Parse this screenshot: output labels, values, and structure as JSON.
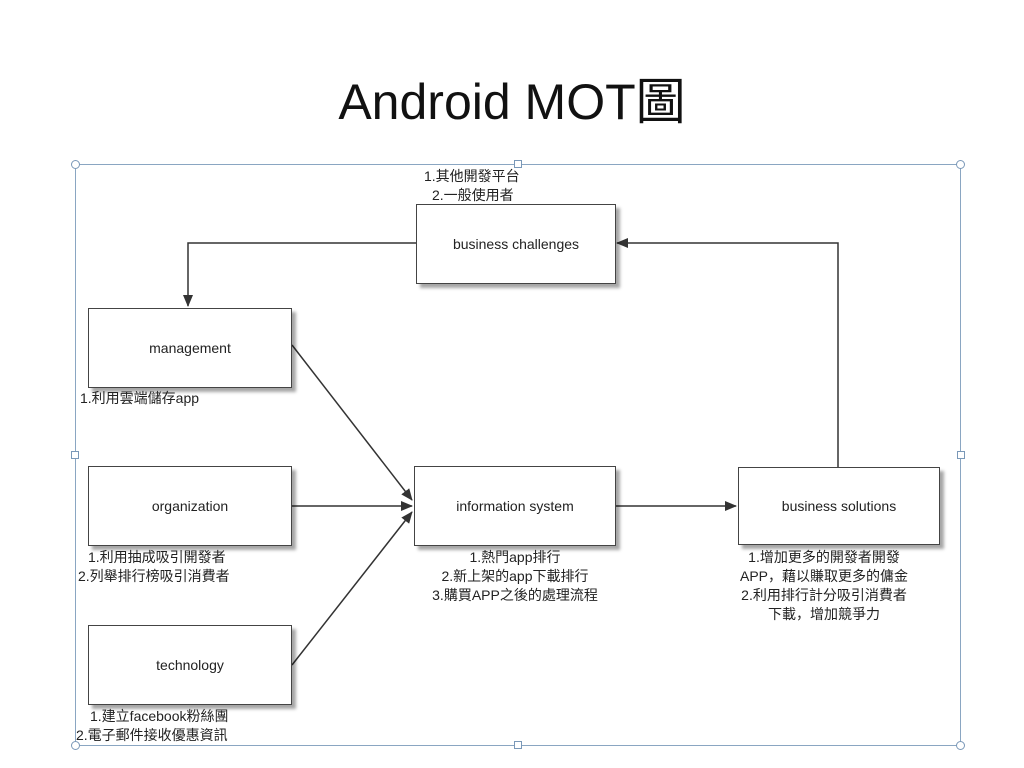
{
  "title": "Android MOT圖",
  "boxes": {
    "business_challenges": "business challenges",
    "management": "management",
    "organization": "organization",
    "technology": "technology",
    "information_system": "information system",
    "business_solutions": "business solutions"
  },
  "notes": {
    "business_challenges": [
      "1.其他開發平台",
      "2.一般使用者"
    ],
    "management": [
      "1.利用雲端儲存app"
    ],
    "organization": [
      "1.利用抽成吸引開發者",
      "2.列舉排行榜吸引消費者"
    ],
    "technology": [
      "1.建立facebook粉絲團",
      "2.電子郵件接收優惠資訊"
    ],
    "information_system": [
      "1.熱門app排行",
      "2.新上架的app下載排行",
      "3.購買APP之後的處理流程"
    ],
    "business_solutions": [
      "1.增加更多的開發者開發",
      "APP，藉以賺取更多的傭金",
      "2.利用排行計分吸引消費者",
      "下載，增加競爭力"
    ]
  },
  "colors": {
    "frame_border": "#8aa6c2",
    "box_border": "#444444",
    "arrow": "#333333"
  }
}
